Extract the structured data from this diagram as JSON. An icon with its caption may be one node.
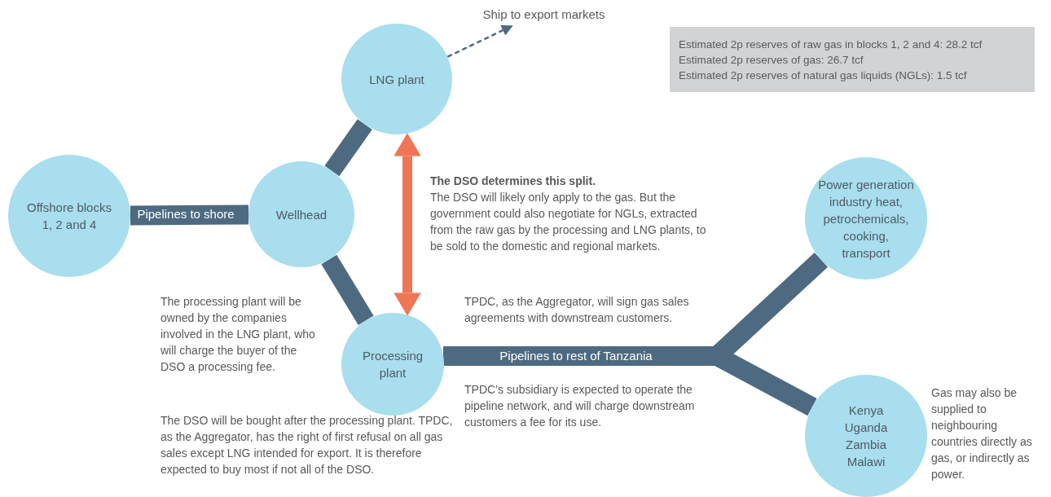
{
  "diagram": {
    "nodes": [
      {
        "text": [
          "Offshore blocks 1, 2 and 4"
        ]
      },
      {
        "text": [
          "Wellhead"
        ]
      },
      {
        "text": [
          "LNG plant"
        ]
      },
      {
        "text": [
          "Ship to export markets"
        ]
      },
      {
        "text": [
          "Estimated 2p reserves of raw gas in blocks 1, 2 and 4: 28.2 tcf",
          "Estimated 2p reserves of gas: 26.7 tcf",
          "Estimated 2p reserves of natural gas liquids (NGLs): 1.5 tcf"
        ]
      },
      {
        "text": [
          "Processing plant"
        ]
      },
      {
        "text": [
          "Power generation industry heat, petrochemicals, cooking, transport"
        ]
      },
      {
        "text": [
          "Kenya Uganda Zambia Malawi"
        ],
        "beside": [
          "Gas may also be supplied to neighbouring countries directly as gas, or indirectly as power."
        ]
      }
    ],
    "edges": [
      {
        "from": 0,
        "to": 1,
        "arrow": "none",
        "label": "Pipelines to shore"
      },
      {
        "from": 1,
        "to": 2,
        "arrow": "none"
      },
      {
        "from": 1,
        "to": 5,
        "arrow": "none"
      },
      {
        "from": 2,
        "to": 3,
        "arrow": "to",
        "style": "dashed"
      },
      {
        "from": 2,
        "to": 5,
        "arrow": "both",
        "color": "#f07555"
      },
      {
        "from": 5,
        "to": 6,
        "arrow": "none",
        "label": "Pipelines to rest of Tanzania"
      },
      {
        "from": 5,
        "to": 7,
        "arrow": "none"
      }
    ],
    "labels": [
      "The DSO determines this split.",
      "The DSO will likely only apply to the gas. But the government could also negotiate for NGLs, extracted from the raw gas by the processing and LNG plants, to be sold to the domestic and regional markets.",
      "The processing plant will be owned by the companies involved in the LNG plant, who will charge the buyer of the DSO a processing fee.",
      "TPDC, as the Aggregator, will sign gas sales agreements with downstream customers.",
      "TPDC’s subsidiary is expected to operate the pipeline network, and will charge downstream customers a fee for its use.",
      "The DSO will be bought after the processing plant. TPDC, as the Aggregator, has the right of first refusal on all gas sales except LNG intended for export. It is therefore expected to buy most if not all of the DSO."
    ]
  }
}
